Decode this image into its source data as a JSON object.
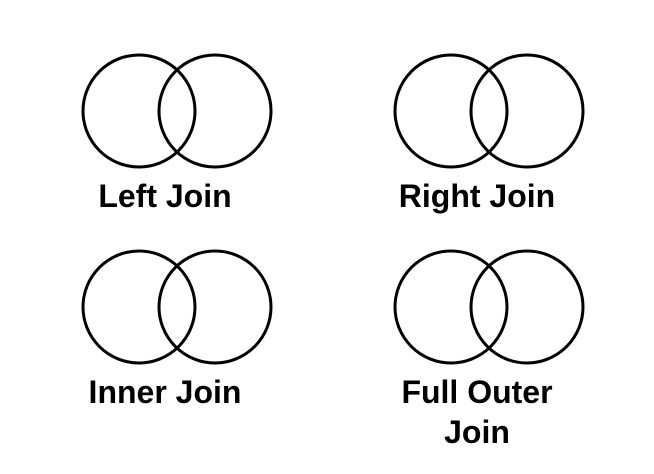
{
  "colors": {
    "join_fill": "#3FC1DA",
    "empty_fill": "#FFFFFF",
    "circle_outline": "#000000",
    "label_text": "#000000",
    "background": "#FFFFFF"
  },
  "diagrams": [
    {
      "id": "left-join",
      "label": "Left Join",
      "left_circle_fill": "#3FC1DA",
      "right_circle_fill": "#FFFFFF",
      "intersection_fill": "#3FC1DA"
    },
    {
      "id": "right-join",
      "label": "Right Join",
      "left_circle_fill": "#FFFFFF",
      "right_circle_fill": "#3FC1DA",
      "intersection_fill": "#3FC1DA"
    },
    {
      "id": "inner-join",
      "label": "Inner Join",
      "left_circle_fill": "#FFFFFF",
      "right_circle_fill": "#FFFFFF",
      "intersection_fill": "#3FC1DA"
    },
    {
      "id": "full-outer-join",
      "label": "Full Outer Join",
      "left_circle_fill": "#3FC1DA",
      "right_circle_fill": "#3FC1DA",
      "intersection_fill": "#3FC1DA"
    }
  ]
}
